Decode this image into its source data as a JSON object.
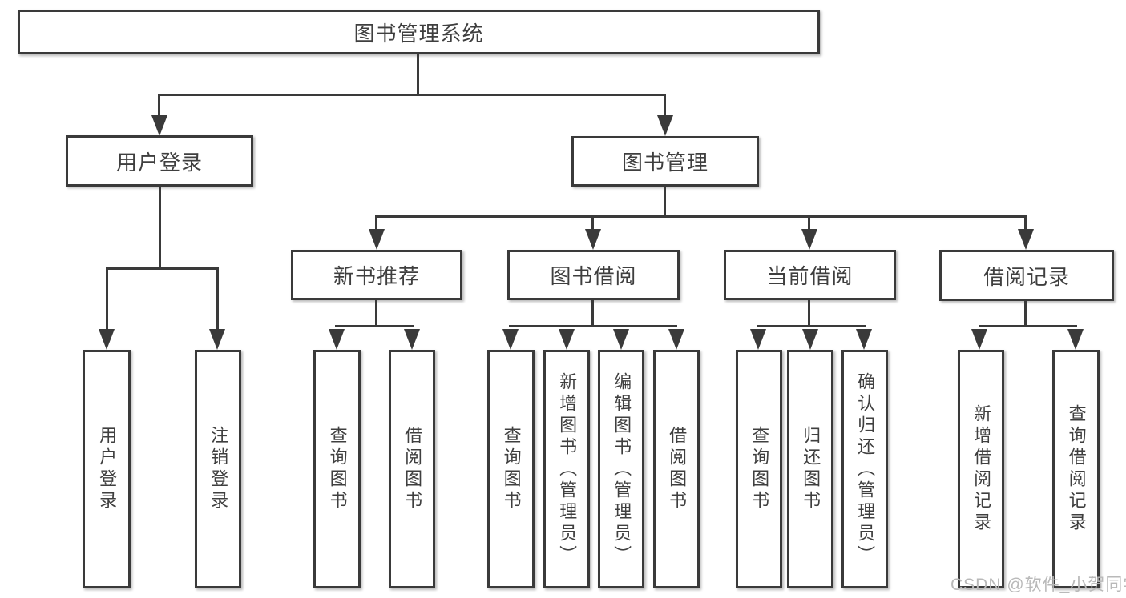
{
  "colors": {
    "line": "#3a3a3a",
    "text": "#3f3f3f",
    "node_background": "#ffffff",
    "page_background": "#ffffff",
    "watermark": "#b9b9b9"
  },
  "watermark": {
    "text": "CSDN @软件_小贺同学"
  },
  "diagram": {
    "root": {
      "label": "图书管理系统"
    },
    "branches": [
      {
        "label": "用户登录",
        "children": [
          {
            "label": "用户登录"
          },
          {
            "label": "注销登录"
          }
        ]
      },
      {
        "label": "图书管理",
        "children": [
          {
            "label": "新书推荐",
            "children": [
              {
                "label": "查询图书"
              },
              {
                "label": "借阅图书"
              }
            ]
          },
          {
            "label": "图书借阅",
            "children": [
              {
                "label": "查询图书"
              },
              {
                "label": "新增图书（管理员）"
              },
              {
                "label": "编辑图书（管理员）"
              },
              {
                "label": "借阅图书"
              }
            ]
          },
          {
            "label": "当前借阅",
            "children": [
              {
                "label": "查询图书"
              },
              {
                "label": "归还图书"
              },
              {
                "label": "确认归还（管理员）"
              }
            ]
          },
          {
            "label": "借阅记录",
            "children": [
              {
                "label": "新增借阅记录"
              },
              {
                "label": "查询借阅记录"
              }
            ]
          }
        ]
      }
    ]
  }
}
